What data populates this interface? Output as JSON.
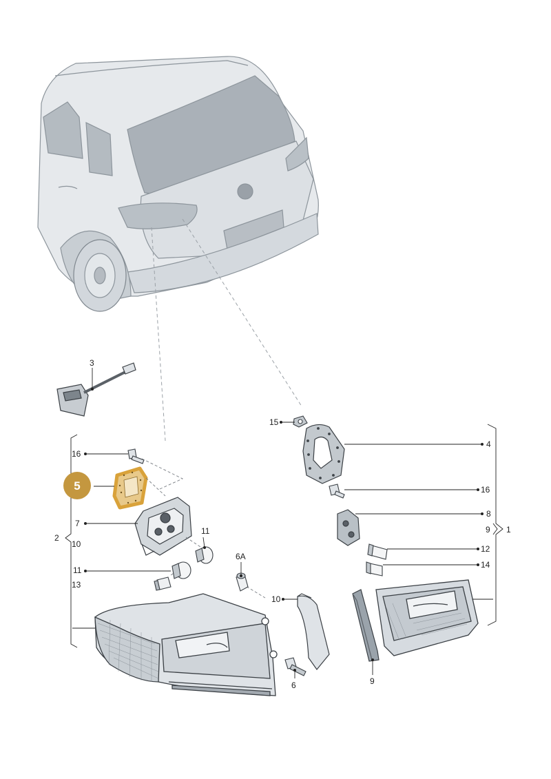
{
  "colors": {
    "part_fill": "#dfe3e7",
    "part_dark": "#9aa3ab",
    "part_stroke": "#3a3f44",
    "leader": "#222222",
    "ghost": "#9aa0a6",
    "highlight": "#d9a23a",
    "badge": "#c4973f"
  },
  "highlight_badge": {
    "text": "5"
  },
  "callouts": {
    "c3": "3",
    "c15": "15",
    "c4": "4",
    "c16a": "16",
    "c16b": "16",
    "c7": "7",
    "c8": "8",
    "c2": "2",
    "c10a": "10",
    "c11a": "11",
    "c11b": "11",
    "c13": "13",
    "c9a": "9",
    "c1": "1",
    "c12": "12",
    "c14": "14",
    "c6A": "6A",
    "c10b": "10",
    "c6": "6",
    "c9b": "9"
  }
}
